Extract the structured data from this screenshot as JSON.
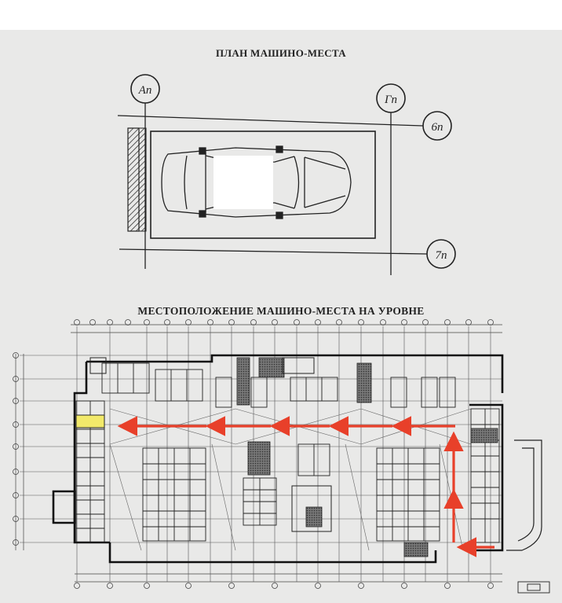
{
  "plan_title": "ПЛАН МАШИНО-МЕСТА",
  "location_title": "МЕСТОПОЛОЖЕНИЕ МАШИНО-МЕСТА НА УРОВНЕ",
  "axes": {
    "a": "Ап",
    "g": "Гп",
    "six": "6п",
    "seven": "7п"
  },
  "colors": {
    "paper": "#e9e9e8",
    "ink": "#2a2a2a",
    "route_arrow": "#e8402a",
    "highlighted_space": "#f2e96a",
    "hatch_blocks": "#555555"
  }
}
